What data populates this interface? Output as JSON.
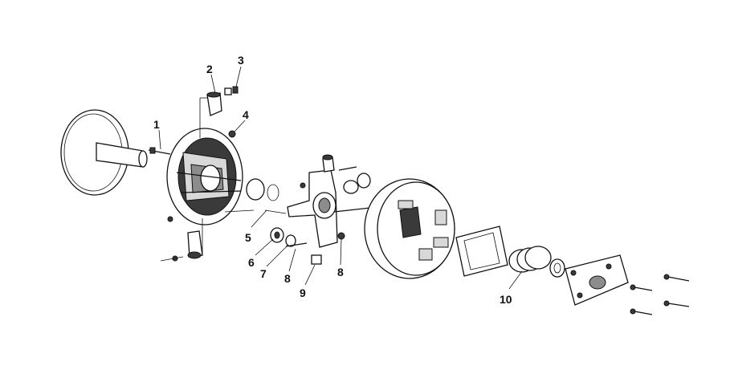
{
  "callouts": [
    {
      "id": "c1",
      "text": "1"
    },
    {
      "id": "c2",
      "text": "2"
    },
    {
      "id": "c3",
      "text": "3"
    },
    {
      "id": "c4",
      "text": "4"
    },
    {
      "id": "c5",
      "text": "5"
    },
    {
      "id": "c6",
      "text": "6"
    },
    {
      "id": "c7",
      "text": "7"
    },
    {
      "id": "c8a",
      "text": "8"
    },
    {
      "id": "c8b",
      "text": "8"
    },
    {
      "id": "c9",
      "text": "9"
    },
    {
      "id": "c10",
      "text": "10"
    }
  ]
}
